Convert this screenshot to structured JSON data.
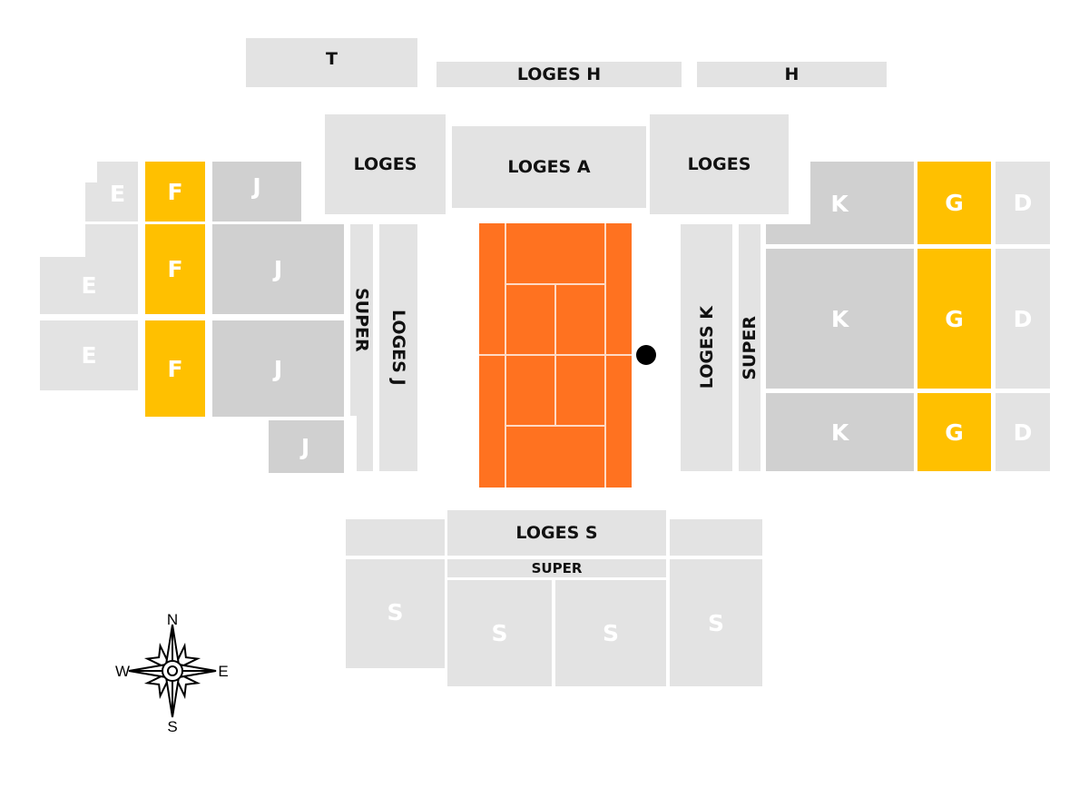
{
  "colors": {
    "light": "#e3e3e3",
    "medium": "#d0d0d0",
    "highlight": "#ffc000",
    "court": "#ff7220",
    "ball": "#000000"
  },
  "top": {
    "t": "T",
    "loges_h": "LOGES H",
    "h": "H"
  },
  "north": {
    "loges_left": "LOGES",
    "loges_a": "LOGES A",
    "loges_right": "LOGES"
  },
  "west": {
    "e": "E",
    "f": "F",
    "j": "J",
    "super": "SUPER",
    "loges_j": "LOGES J"
  },
  "east": {
    "k": "K",
    "g": "G",
    "d": "D",
    "super": "SUPER",
    "loges_k": "LOGES K"
  },
  "south": {
    "loges_s": "LOGES S",
    "super": "SUPER",
    "s": "S"
  },
  "compass": {
    "n": "N",
    "s": "S",
    "e": "E",
    "w": "W"
  }
}
